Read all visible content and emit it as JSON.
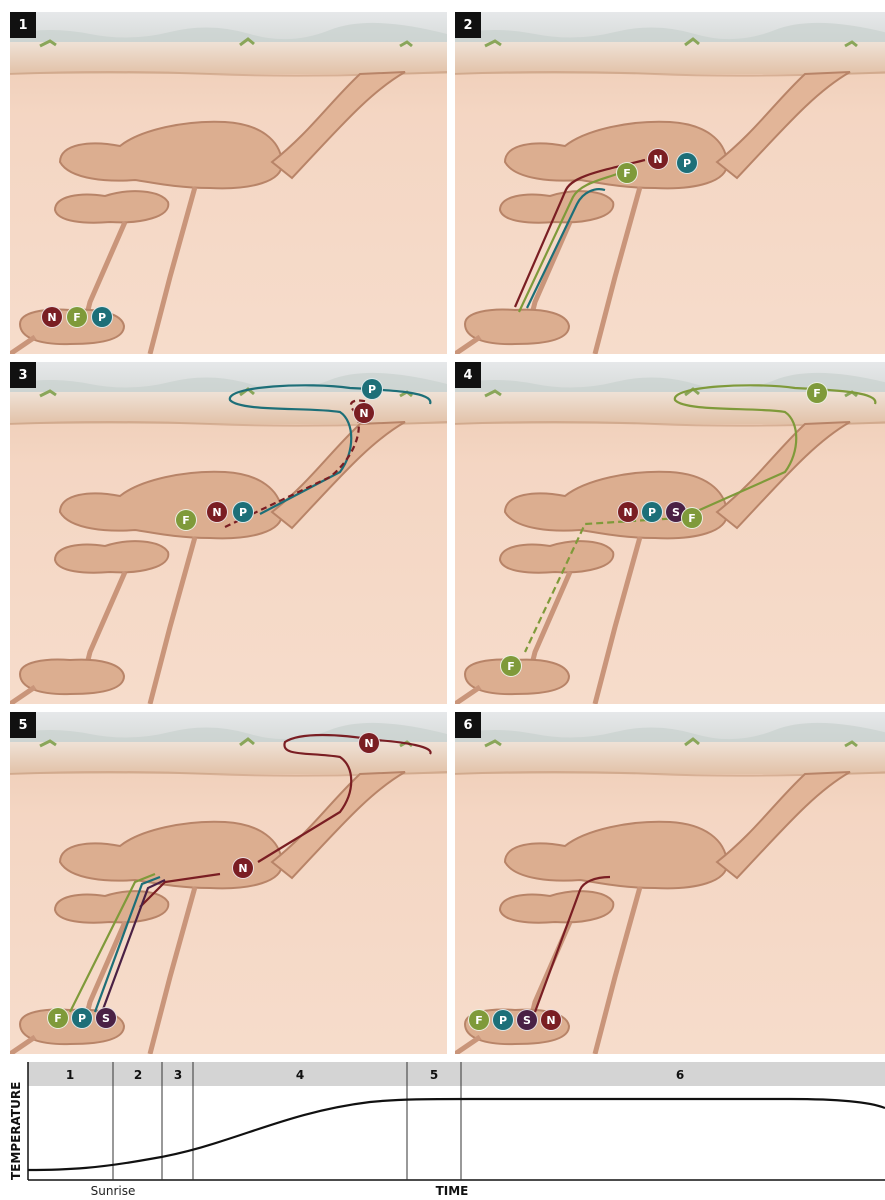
{
  "panels": [
    {
      "number": "1"
    },
    {
      "number": "2"
    },
    {
      "number": "3"
    },
    {
      "number": "4"
    },
    {
      "number": "5"
    },
    {
      "number": "6"
    }
  ],
  "badge_labels": {
    "N": "N",
    "F": "F",
    "P": "P",
    "S": "S"
  },
  "colors": {
    "N": "#7a1e23",
    "F": "#7f9a3a",
    "P": "#1d6f78",
    "S": "#4a2145",
    "soil": "#f3d6c2",
    "soil_dark": "#d9a98a",
    "sky": "#dfe3e6",
    "panel_number_bg": "#111111"
  },
  "timeline": {
    "phases": [
      "1",
      "2",
      "3",
      "4",
      "5",
      "6"
    ],
    "y_axis_label": "TEMPERATURE",
    "x_axis_label": "TIME",
    "sunrise_label": "Sunrise"
  }
}
